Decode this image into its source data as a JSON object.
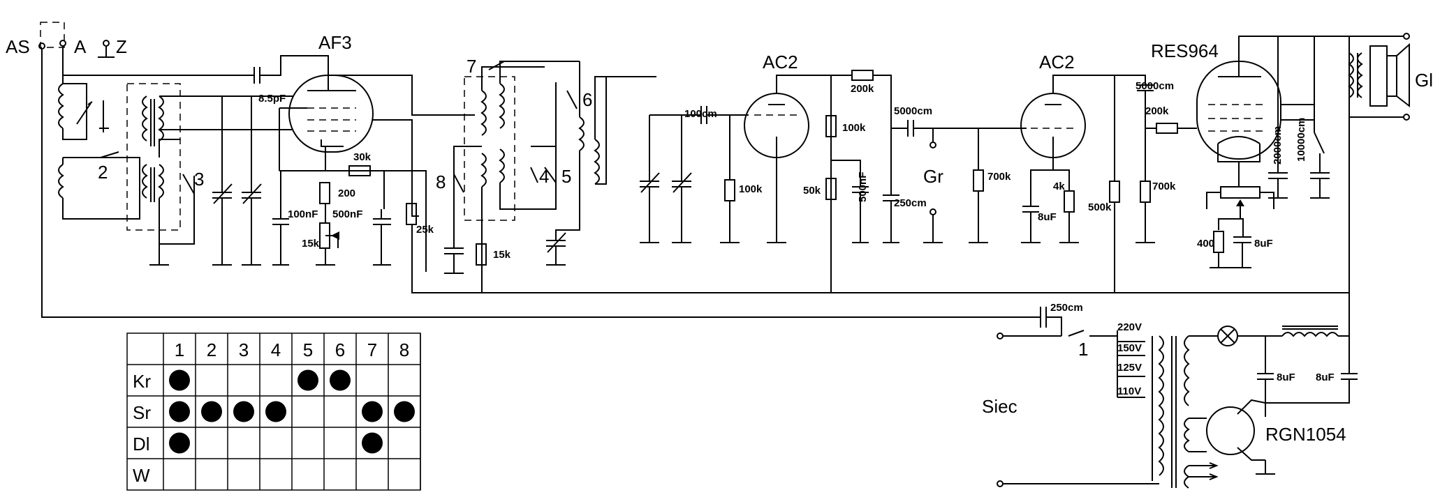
{
  "terminals": {
    "as": "AS",
    "a": "A",
    "z": "Z",
    "gr": "Gr",
    "siec": "Siec",
    "gl": "Gl"
  },
  "tubes": {
    "af3": "AF3",
    "ac2_1": "AC2",
    "ac2_2": "AC2",
    "res964": "RES964",
    "rgn1054": "RGN1054"
  },
  "components": {
    "c_8_5pf": "8.5pF",
    "r_30k": "30k",
    "r_200": "200",
    "c_100nf": "100nF",
    "c_500nf": "500nF",
    "r_15k_pot": "15k",
    "r_25k": "25k",
    "r_15k": "15k",
    "c_100cm": "100cm",
    "r_100k_grid": "100k",
    "r_200k": "200k",
    "r_100k_b": "100k",
    "r_50k": "50k",
    "c_500nf_v": "500nF",
    "c_5000cm": "5000cm",
    "c_250cm": "250cm",
    "r_700k": "700k",
    "r_4k": "4k",
    "c_8uf": "8uF",
    "r_500k": "500k",
    "c_5000cm_b": "5000cm",
    "r_200k_b": "200k",
    "r_700k_b": "700k",
    "c_2000cm": "2000cm",
    "c_10000cm": "10000cm",
    "r_400": "400",
    "c_8uf_b": "8uF",
    "c_250cm_b": "250cm",
    "v220": "220V",
    "v150": "150V",
    "v125": "125V",
    "v110": "110V",
    "c_8uf_c": "8uF",
    "c_8uf_d": "8uF"
  },
  "switch_labels": {
    "s1": "1",
    "s2": "2",
    "s3": "3",
    "s4": "4",
    "s5": "5",
    "s6": "6",
    "s7": "7",
    "s8": "8"
  },
  "switch_table": {
    "columns": [
      "1",
      "2",
      "3",
      "4",
      "5",
      "6",
      "7",
      "8"
    ],
    "rows": [
      {
        "label": "Kr",
        "on": [
          1,
          5,
          6
        ]
      },
      {
        "label": "Sr",
        "on": [
          1,
          2,
          3,
          4,
          7,
          8
        ]
      },
      {
        "label": "Dl",
        "on": [
          1,
          7
        ]
      },
      {
        "label": "W",
        "on": []
      }
    ]
  }
}
